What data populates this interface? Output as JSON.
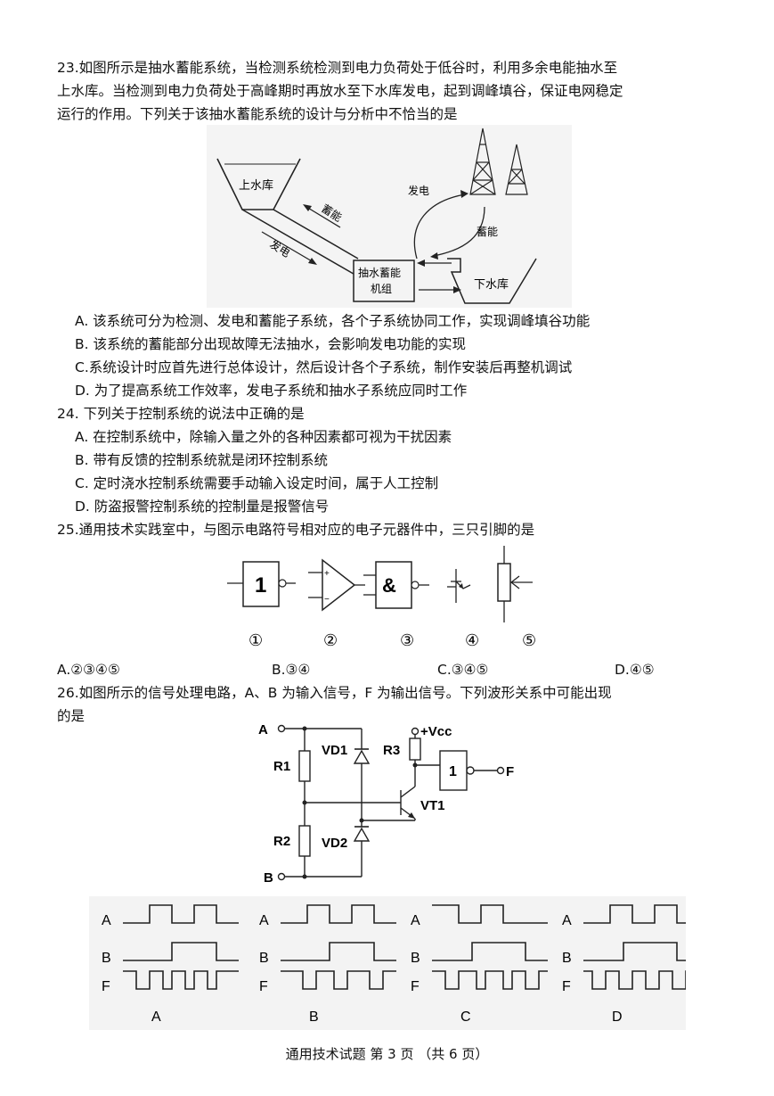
{
  "q23": {
    "line1": "23.如图所示是抽水蓄能系统，当检测系统检测到电力负荷处于低谷时，利用多余电能抽水至",
    "line2": "上水库。当检测到电力负荷处于高峰期时再放水至下水库发电，起到调峰填谷，保证电网稳定",
    "line3": "运行的作用。下列关于该抽水蓄能系统的设计与分析中不恰当的是",
    "fig": {
      "upper": "上水库",
      "store_arrow": "蓄能",
      "gen_arrow": "发电",
      "gen_curve": "发电",
      "store_curve": "蓄能",
      "unit_line1": "抽水蓄能",
      "unit_line2": "机组",
      "lower": "下水库"
    },
    "options": {
      "A": "A.  该系统可分为检测、发电和蓄能子系统，各个子系统协同工作，实现调峰填谷功能",
      "B": "B.  该系统的蓄能部分出现故障无法抽水，会影响发电功能的实现",
      "C": "C.系统设计时应首先进行总体设计，然后设计各个子系统，制作安装后再整机调试",
      "D": "D.  为了提高系统工作效率，发电子系统和抽水子系统应同时工作"
    }
  },
  "q24": {
    "stem": "24.  下列关于控制系统的说法中正确的是",
    "options": {
      "A": "A.  在控制系统中，除输入量之外的各种因素都可视为干扰因素",
      "B": "B.  带有反馈的控制系统就是闭环控制系统",
      "C": "C.  定时浇水控制系统需要手动输入设定时间，属于人工控制",
      "D": "D.  防盗报警控制系统的控制量是报警信号"
    }
  },
  "q25": {
    "stem": "25.通用技术实践室中，与图示电路符号相对应的电子元器件中，三只引脚的是",
    "symbols": {
      "not_gate_label": "1",
      "nand_gate_label": "&",
      "opamp_plus": "+",
      "opamp_minus": "−"
    },
    "numbers": [
      "①",
      "②",
      "③",
      "④",
      "⑤"
    ],
    "options": {
      "A": "A.②③④⑤",
      "B": "B.③④",
      "C": "C.③④⑤",
      "D": "D.④⑤"
    }
  },
  "q26": {
    "line1": "26.如图所示的信号处理电路，A、B  为输入信号，F  为输出信号。下列波形关系中可能出现",
    "line2": "的是",
    "circuit": {
      "A": "A",
      "B": "B",
      "R1": "R1",
      "R2": "R2",
      "R3": "R3",
      "VD1": "VD1",
      "VD2": "VD2",
      "VT1": "VT1",
      "Vcc": "+Vcc",
      "gate": "1",
      "F": "F"
    },
    "wave_labels": {
      "A": "A",
      "B": "B",
      "F": "F"
    },
    "wave_options": [
      "A",
      "B",
      "C",
      "D"
    ]
  },
  "footer": "通用技术试题  第  3  页   （共 6 页）"
}
